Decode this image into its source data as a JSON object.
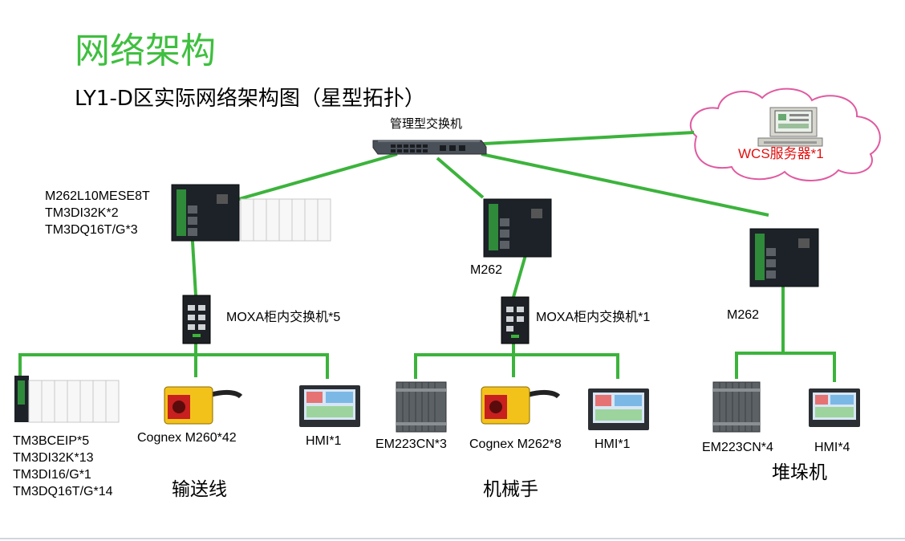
{
  "title": "网络架构",
  "subtitle": "LY1-D区实际网络架构图（星型拓扑）",
  "switch_label": "管理型交换机",
  "cloud_label": "WCS服务器*1",
  "conveyor_plc": {
    "lines": [
      "M262L10MESE8T",
      "TM3DI32K*2",
      "TM3DQ16T/G*3"
    ]
  },
  "robot_plc_label": "M262",
  "stacker_plc_label": "M262",
  "moxa_left_label": "MOXA柜内交换机*5",
  "moxa_mid_label": "MOXA柜内交换机*1",
  "conveyor_io": {
    "lines": [
      "TM3BCEIP*5",
      "TM3DI32K*13",
      "TM3DI16/G*1",
      "TM3DQ16T/G*14"
    ]
  },
  "cognex_left": "Cognex M260*42",
  "hmi_left": "HMI*1",
  "em_mid": "EM223CN*3",
  "cognex_mid": "Cognex M262*8",
  "hmi_mid": "HMI*1",
  "em_right": "EM223CN*4",
  "hmi_right": "HMI*4",
  "group_conveyor": "输送线",
  "group_robot": "机械手",
  "group_stacker": "堆垛机",
  "colors": {
    "title": "#3fbf3f",
    "link": "#3cb33c",
    "cloud_text": "#e01010",
    "cloud_border": "#e05aa0"
  }
}
